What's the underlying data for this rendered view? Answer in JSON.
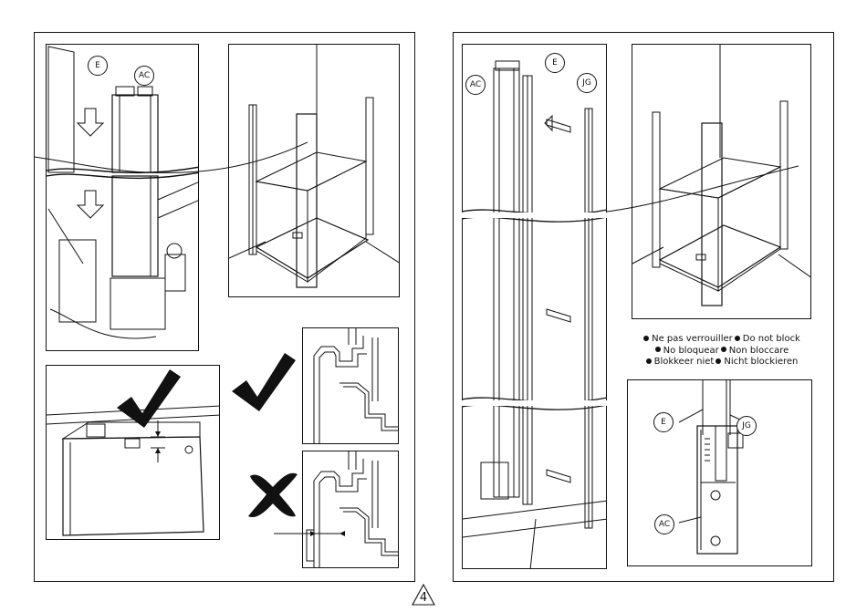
{
  "page_number": "4",
  "callouts": {
    "e": "E",
    "ac": "AC",
    "jg": "JG"
  },
  "warning": {
    "lines": [
      [
        "Ne pas verrouiller",
        "Do not block"
      ],
      [
        "No bloquear",
        "Non bloccare"
      ],
      [
        "Blokkeer niet",
        "Nicht blockieren"
      ]
    ]
  },
  "status": {
    "correct": "check-mark",
    "incorrect": "x-mark"
  }
}
